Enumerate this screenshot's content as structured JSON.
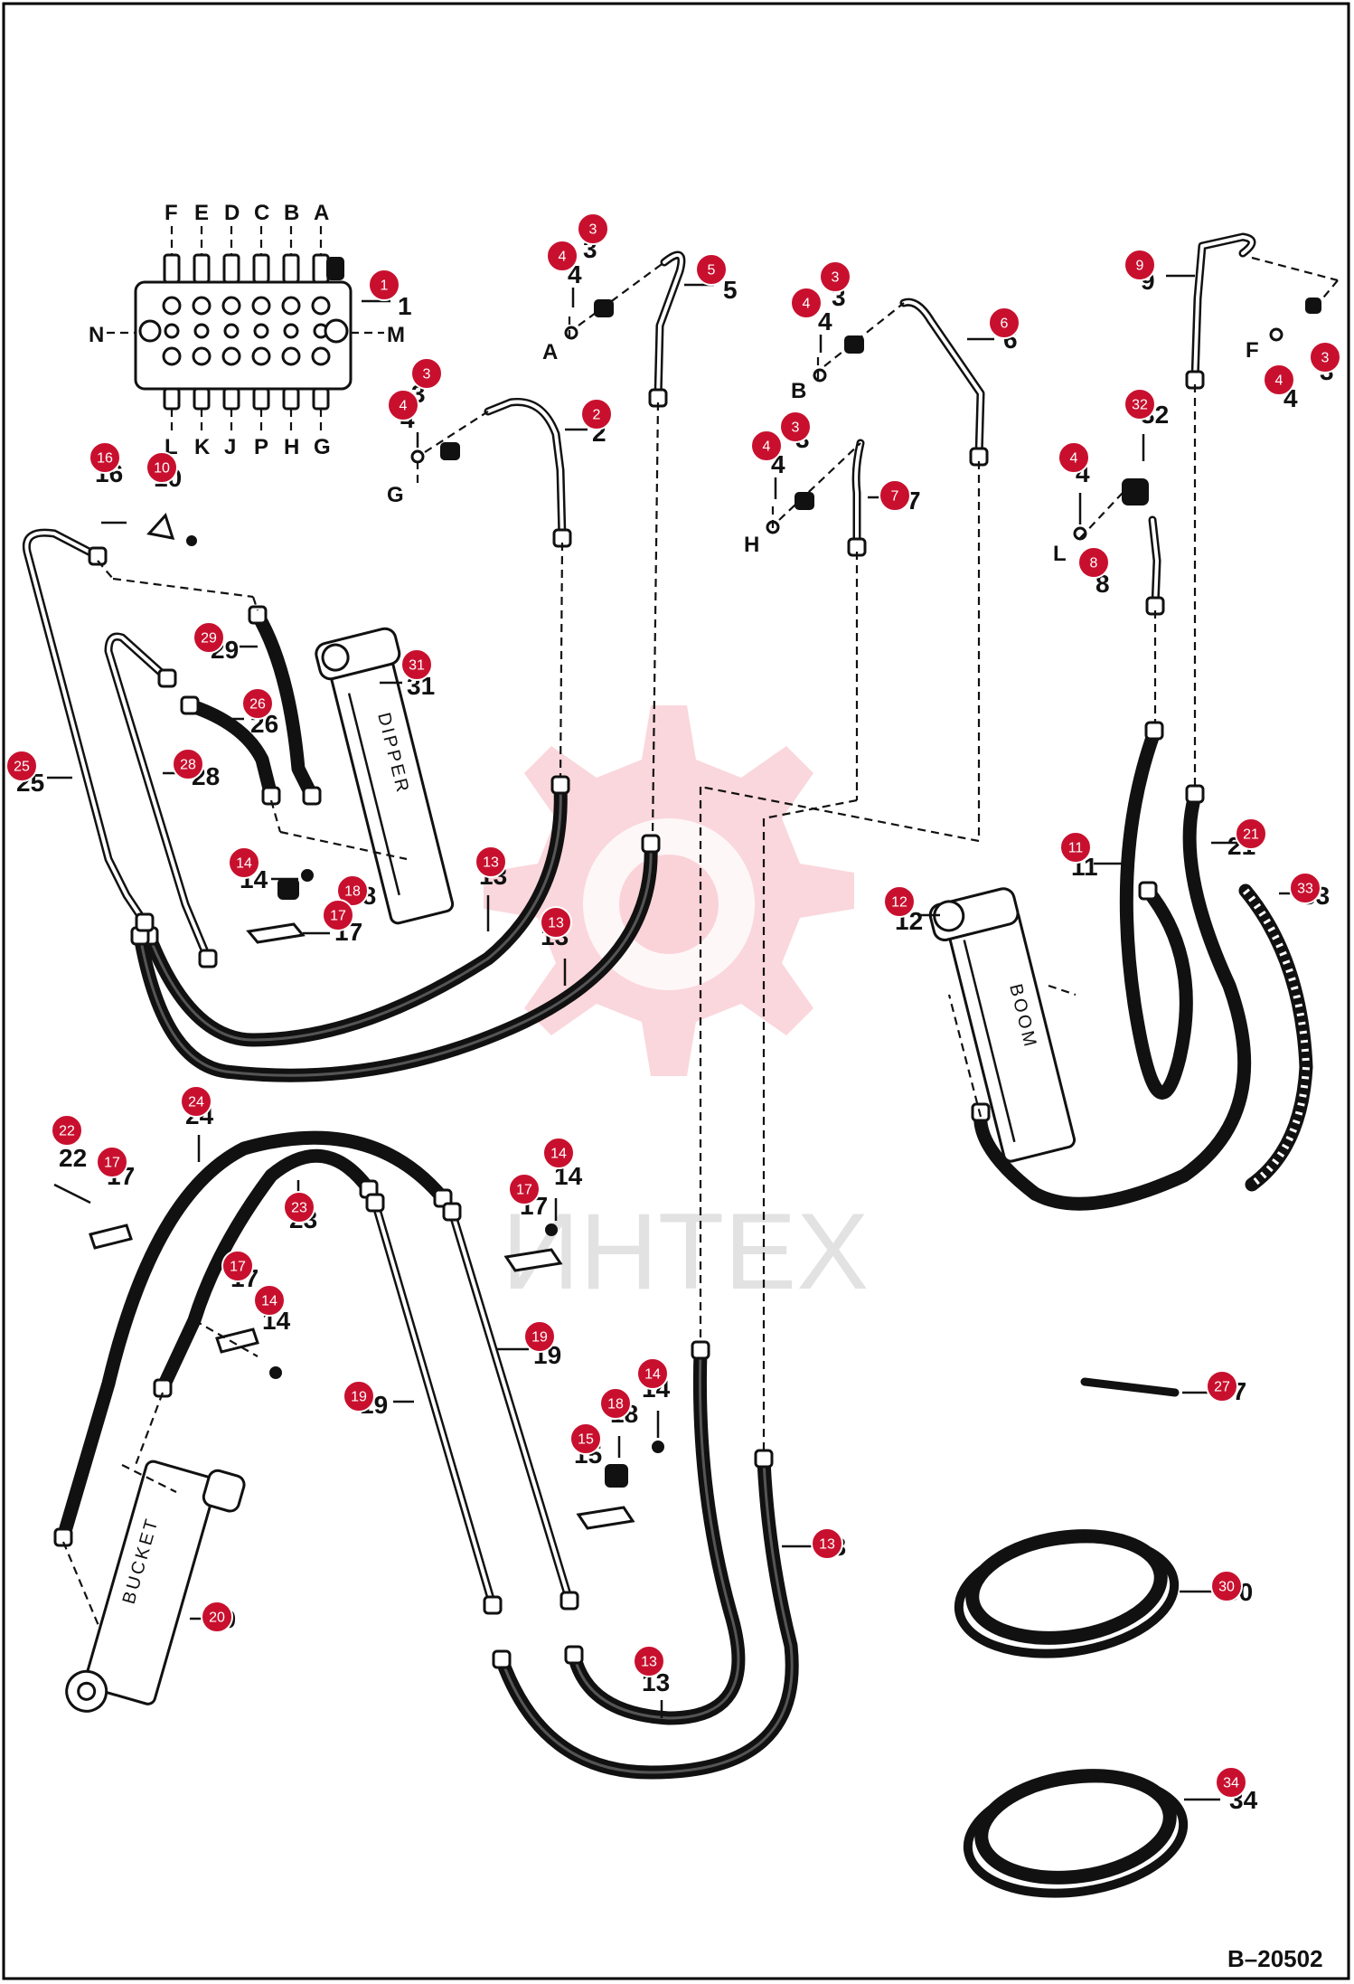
{
  "valve_ports_top": [
    "F",
    "E",
    "D",
    "C",
    "B",
    "A"
  ],
  "valve_ports_bottom": [
    "L",
    "K",
    "J",
    "P",
    "H",
    "G"
  ],
  "valve_port_left": "N",
  "valve_port_right": "M",
  "fitting_letters": [
    "A",
    "G",
    "B",
    "H",
    "F",
    "L"
  ],
  "cylinder_labels": {
    "dipper": "DIPPER",
    "boom": "BOOM",
    "bucket": "BUCKET"
  },
  "watermark_text": "ИНТЕХ",
  "drawing_ref": "B–20502",
  "part_numbers": [
    "1",
    "2",
    "3",
    "4",
    "5",
    "6",
    "7",
    "8",
    "9",
    "10",
    "11",
    "12",
    "13",
    "14",
    "15",
    "16",
    "17",
    "18",
    "19",
    "20",
    "21",
    "22",
    "23",
    "24",
    "25",
    "26",
    "27",
    "28",
    "29",
    "30",
    "31",
    "32",
    "33",
    "34"
  ],
  "badge_color": "#c8102e"
}
